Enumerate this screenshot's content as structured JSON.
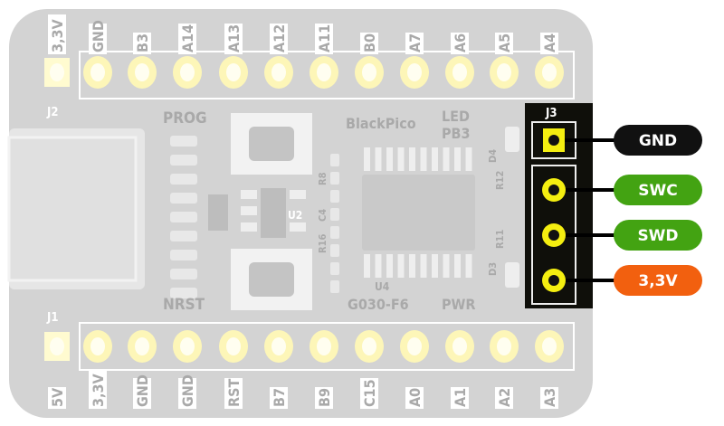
{
  "board": {
    "name": "BlackPico",
    "mcu": "G030-F6",
    "labels": {
      "prog": "PROG",
      "nrst": "NRST",
      "led": "LED",
      "led_pin": "PB3",
      "pwr": "PWR",
      "u2": "U2",
      "u4": "U4",
      "r8": "R8",
      "c4": "C4",
      "r16": "R16",
      "r12": "R12",
      "r11": "R11",
      "d4": "D4",
      "d3": "D3",
      "j1": "J1",
      "j2": "J2",
      "j3": "J3"
    }
  },
  "top_header": [
    "3,3V",
    "GND",
    "B3",
    "A14",
    "A13",
    "A12",
    "A11",
    "B0",
    "A7",
    "A6",
    "A5",
    "A4"
  ],
  "bottom_header": [
    "5V",
    "3,3V",
    "GND",
    "GND",
    "RST",
    "B7",
    "B9",
    "C15",
    "A0",
    "A1",
    "A2",
    "A3"
  ],
  "swd_pins": [
    {
      "label": "GND",
      "color": "#111111"
    },
    {
      "label": "SWC",
      "color": "#43a312"
    },
    {
      "label": "SWD",
      "color": "#43a312"
    },
    {
      "label": "3,3V",
      "color": "#f2600f"
    }
  ]
}
